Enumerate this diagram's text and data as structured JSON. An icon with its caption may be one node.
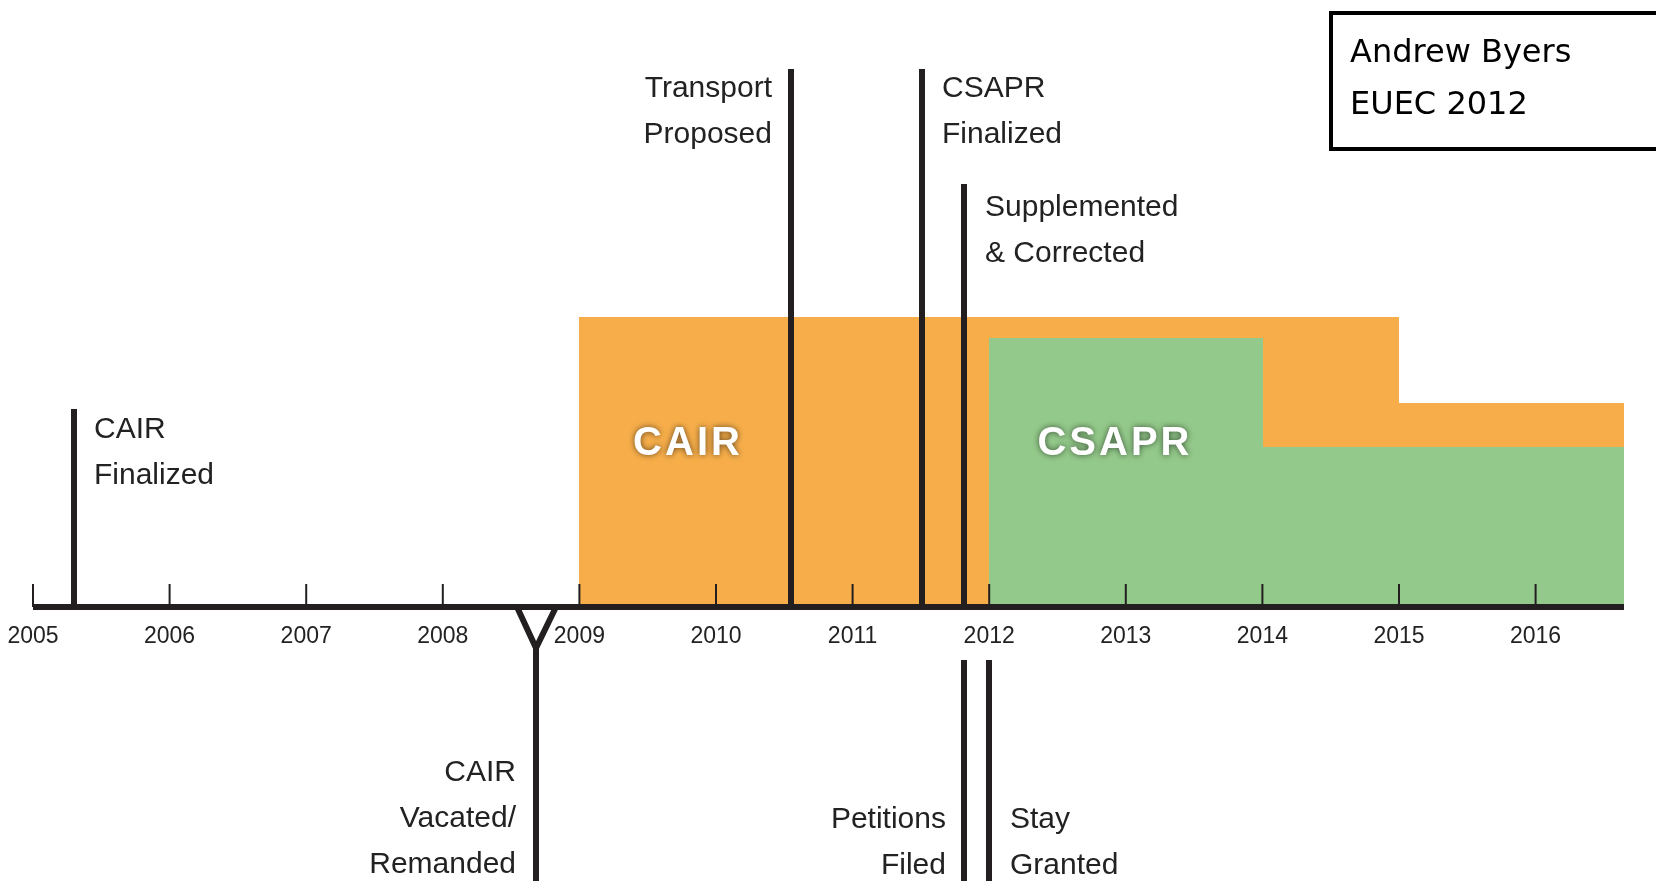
{
  "diagram": {
    "nodes": [
      {
        "text": [
          "CAIR"
        ]
      },
      {
        "text": [
          "CSAPR"
        ],
        "in": 0
      },
      {
        "text": [
          "Andrew Byers",
          "EUEC 2012"
        ]
      }
    ],
    "labels": [
      "Transport Proposed",
      "CSAPR Finalized",
      "Supplemented & Corrected",
      "CAIR Finalized",
      "2005",
      "2006",
      "2007",
      "2008",
      "2009",
      "2010",
      "2011",
      "2012",
      "2013",
      "2014",
      "2015",
      "2016",
      "CAIR Vacated/ Remanded",
      "Petitions Filed",
      "Stay Granted"
    ]
  }
}
